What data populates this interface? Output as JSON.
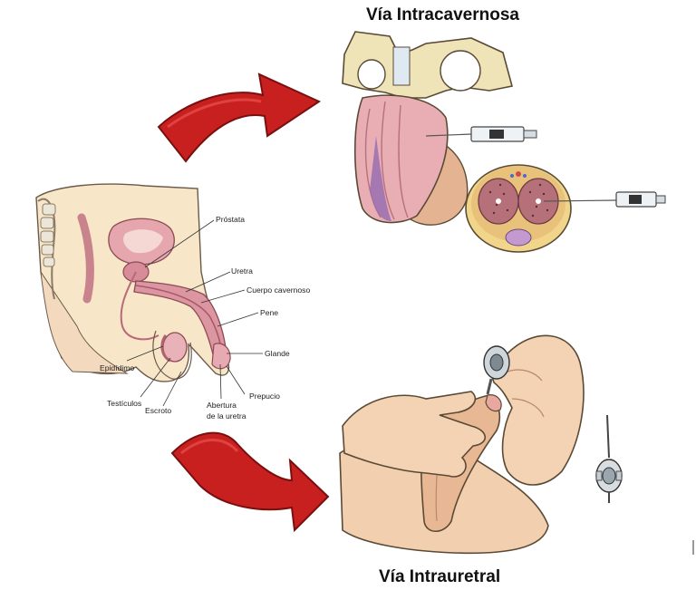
{
  "titles": {
    "top": "Vía Intracavernosa",
    "bottom": "Vía Intrauretral"
  },
  "anatomy_labels": {
    "prostata": "Próstata",
    "uretra": "Uretra",
    "cuerpo_cavernoso": "Cuerpo cavernoso",
    "pene": "Pene",
    "glande": "Glande",
    "epididimo": "Epidídimo",
    "testiculos": "Testículos",
    "escroto": "Escroto",
    "abertura_line1": "Abertura",
    "abertura_line2": "de la uretra",
    "prepucio": "Prepucio"
  },
  "colors": {
    "arrow_red": "#c8201f",
    "arrow_dark": "#7a0f0f",
    "skin": "#f2cfae",
    "tissue_pink": "#d98d9a",
    "bone": "#efe3b8",
    "purple": "#9a6fb0"
  }
}
